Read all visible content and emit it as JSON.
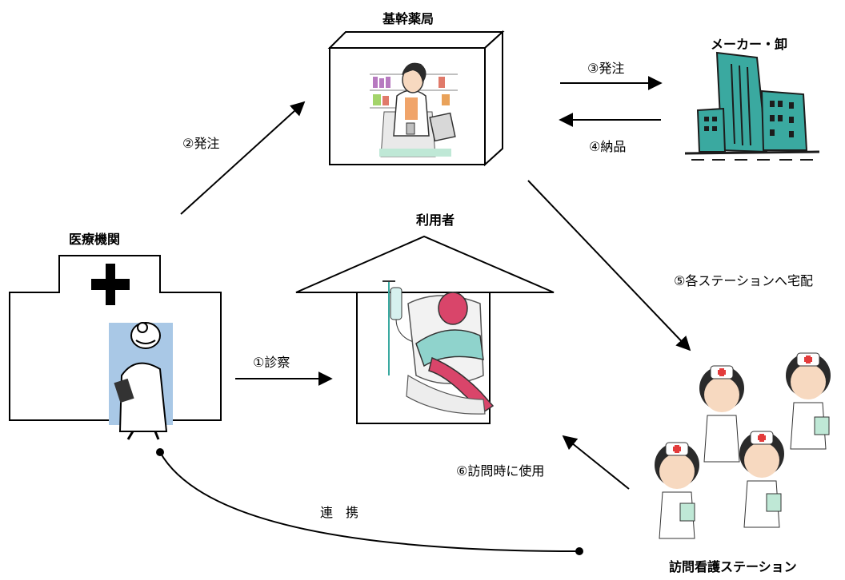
{
  "nodes": {
    "pharmacy": "基幹薬局",
    "maker": "メーカー・卸",
    "clinic": "医療機関",
    "user": "利用者",
    "station": "訪問看護ステーション"
  },
  "flows": {
    "order_clinic": "②発注",
    "order_maker": "③発注",
    "delivery_maker": "④納品",
    "exam": "①診察",
    "delivery_station": "⑤各ステーションへ宅配",
    "use_at_visit": "⑥訪問時に使用",
    "cooperation": "連　携"
  },
  "icons": [
    "pharmacist-icon",
    "building-icon",
    "hospital-icon",
    "doctor-icon",
    "house-icon",
    "patient-icon",
    "nurses-icon"
  ],
  "colors": {
    "building": "#3aa9a0",
    "patient_skin": "#d9456a",
    "patient_gown": "#8fd3cc",
    "nurse_hair": "#2a2a2a",
    "nurse_cross": "#e33b3b"
  }
}
